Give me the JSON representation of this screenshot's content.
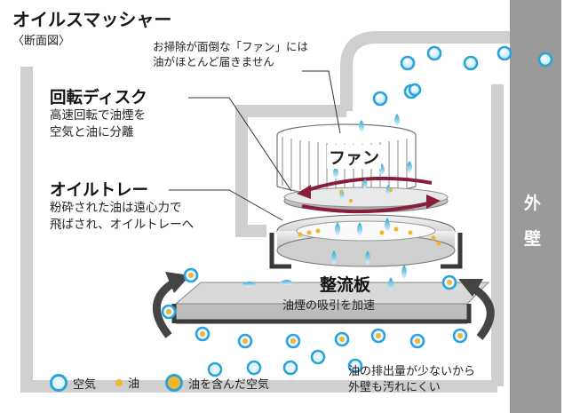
{
  "title": "オイルスマッシャー",
  "subtitle": "〈断面図〉",
  "fan_note": [
    "お掃除が面倒な「ファン」には",
    "油がほとんど届きません"
  ],
  "fan_label": "ファン",
  "disc": {
    "heading": "回転ディスク",
    "desc": [
      "高速回転で油煙を",
      "空気と油に分離"
    ]
  },
  "tray": {
    "heading": "オイルトレー",
    "desc": [
      "粉砕された油は遠心力で",
      "飛ばされ、オイルトレーへ"
    ]
  },
  "baffle": {
    "heading": "整流板",
    "desc": "油煙の吸引を加速"
  },
  "wall_label": [
    "外",
    "壁"
  ],
  "exhaust_note": [
    "油の排出量が少ないから",
    "外壁も汚れにくい"
  ],
  "legend": {
    "air": "空気",
    "oil": "油",
    "mixed": "油を含んだ空気"
  },
  "colors": {
    "air": "#2aa4d8",
    "oil": "#f0b531",
    "arrow_red": "#8a1e3a",
    "duct": "#cfcfcf",
    "wall": "#9a9a9a"
  }
}
